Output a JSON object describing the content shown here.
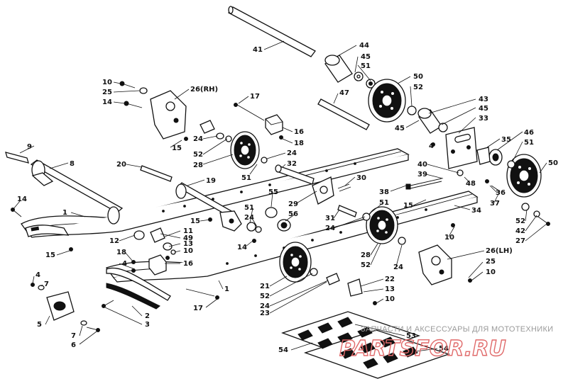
{
  "callouts": [
    {
      "id": "c-41",
      "text": "41"
    },
    {
      "id": "c-44",
      "text": "44"
    },
    {
      "id": "c-45a",
      "text": "45"
    },
    {
      "id": "c-51a",
      "text": "51"
    },
    {
      "id": "c-50a",
      "text": "50"
    },
    {
      "id": "c-52a",
      "text": "52"
    },
    {
      "id": "c-47",
      "text": "47"
    },
    {
      "id": "c-43",
      "text": "43"
    },
    {
      "id": "c-45b",
      "text": "45"
    },
    {
      "id": "c-33",
      "text": "33"
    },
    {
      "id": "c-45c",
      "text": "45"
    },
    {
      "id": "c-10a",
      "text": "10"
    },
    {
      "id": "c-25a",
      "text": "25"
    },
    {
      "id": "c-14a",
      "text": "14"
    },
    {
      "id": "c-26a",
      "text": "26(RH)"
    },
    {
      "id": "c-17a",
      "text": "17"
    },
    {
      "id": "c-16a",
      "text": "16"
    },
    {
      "id": "c-18a",
      "text": "18"
    },
    {
      "id": "c-15a",
      "text": "15"
    },
    {
      "id": "c-24a",
      "text": "24"
    },
    {
      "id": "c-52b",
      "text": "52"
    },
    {
      "id": "c-28a",
      "text": "28"
    },
    {
      "id": "c-24b",
      "text": "24"
    },
    {
      "id": "c-32",
      "text": "32"
    },
    {
      "id": "c-51b",
      "text": "51"
    },
    {
      "id": "c-9",
      "text": "9"
    },
    {
      "id": "c-8",
      "text": "8"
    },
    {
      "id": "c-20",
      "text": "20"
    },
    {
      "id": "c-19",
      "text": "19"
    },
    {
      "id": "c-30",
      "text": "30"
    },
    {
      "id": "c-4a",
      "text": "4"
    },
    {
      "id": "c-40",
      "text": "40"
    },
    {
      "id": "c-39",
      "text": "39"
    },
    {
      "id": "c-35",
      "text": "35"
    },
    {
      "id": "c-46",
      "text": "46"
    },
    {
      "id": "c-51c",
      "text": "51"
    },
    {
      "id": "c-50b",
      "text": "50"
    },
    {
      "id": "c-48",
      "text": "48"
    },
    {
      "id": "c-36",
      "text": "36"
    },
    {
      "id": "c-37",
      "text": "37"
    },
    {
      "id": "c-38",
      "text": "38"
    },
    {
      "id": "c-15b",
      "text": "15"
    },
    {
      "id": "c-34",
      "text": "34"
    },
    {
      "id": "c-14b",
      "text": "14"
    },
    {
      "id": "c-1a",
      "text": "1"
    },
    {
      "id": "c-55",
      "text": "55"
    },
    {
      "id": "c-29",
      "text": "29"
    },
    {
      "id": "c-56",
      "text": "56"
    },
    {
      "id": "c-51d",
      "text": "51"
    },
    {
      "id": "c-24c",
      "text": "24"
    },
    {
      "id": "c-31",
      "text": "31"
    },
    {
      "id": "c-24d",
      "text": "24"
    },
    {
      "id": "c-51e",
      "text": "51"
    },
    {
      "id": "c-15c",
      "text": "15"
    },
    {
      "id": "c-11",
      "text": "11"
    },
    {
      "id": "c-12",
      "text": "12"
    },
    {
      "id": "c-49",
      "text": "49"
    },
    {
      "id": "c-13a",
      "text": "13"
    },
    {
      "id": "c-10b",
      "text": "10"
    },
    {
      "id": "c-14c",
      "text": "14"
    },
    {
      "id": "c-15d",
      "text": "15"
    },
    {
      "id": "c-18b",
      "text": "18"
    },
    {
      "id": "c-16b",
      "text": "16"
    },
    {
      "id": "c-10c",
      "text": "10"
    },
    {
      "id": "c-52c",
      "text": "52"
    },
    {
      "id": "c-42",
      "text": "42"
    },
    {
      "id": "c-27",
      "text": "27"
    },
    {
      "id": "c-28b",
      "text": "28"
    },
    {
      "id": "c-52d",
      "text": "52"
    },
    {
      "id": "c-24e",
      "text": "24"
    },
    {
      "id": "c-26b",
      "text": "26(LH)"
    },
    {
      "id": "c-25b",
      "text": "25"
    },
    {
      "id": "c-10d",
      "text": "10"
    },
    {
      "id": "c-4b",
      "text": "4"
    },
    {
      "id": "c-7a",
      "text": "7"
    },
    {
      "id": "c-4c",
      "text": "4"
    },
    {
      "id": "c-1b",
      "text": "1"
    },
    {
      "id": "c-21",
      "text": "21"
    },
    {
      "id": "c-52e",
      "text": "52"
    },
    {
      "id": "c-24f",
      "text": "24"
    },
    {
      "id": "c-23",
      "text": "23"
    },
    {
      "id": "c-22",
      "text": "22"
    },
    {
      "id": "c-13b",
      "text": "13"
    },
    {
      "id": "c-10e",
      "text": "10"
    },
    {
      "id": "c-17b",
      "text": "17"
    },
    {
      "id": "c-2",
      "text": "2"
    },
    {
      "id": "c-3",
      "text": "3"
    },
    {
      "id": "c-5",
      "text": "5"
    },
    {
      "id": "c-7b",
      "text": "7"
    },
    {
      "id": "c-6",
      "text": "6"
    },
    {
      "id": "c-53",
      "text": "53"
    },
    {
      "id": "c-54a",
      "text": "54"
    },
    {
      "id": "c-54b",
      "text": "54"
    }
  ],
  "watermark": {
    "caption": "ЗАПЧАСТИ И АКСЕССУАРЫ ДЛЯ МОТОТЕХНИКИ",
    "logo": "PARTSFOR.RU"
  }
}
